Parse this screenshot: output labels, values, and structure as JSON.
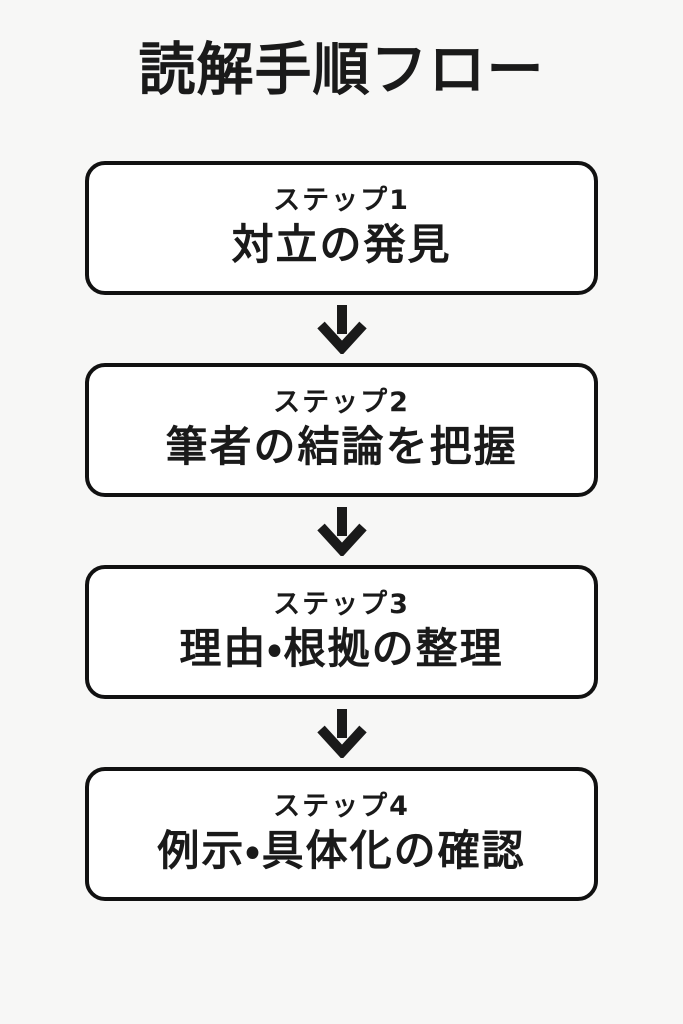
{
  "page": {
    "title": "読解手順フロー",
    "colors": {
      "background": "#f7f7f6",
      "ink": "#1a1a1a",
      "box_background": "#ffffff",
      "box_border": "#111111"
    }
  },
  "flow": {
    "arrow_icon": "down-arrow",
    "steps": [
      {
        "label": "ステップ1",
        "text": "対立の発見"
      },
      {
        "label": "ステップ2",
        "text": "筆者の結論を把握"
      },
      {
        "label": "ステップ3",
        "text": "理由・根拠の整理"
      },
      {
        "label": "ステップ4",
        "text": "例示・具体化の確認"
      }
    ]
  }
}
